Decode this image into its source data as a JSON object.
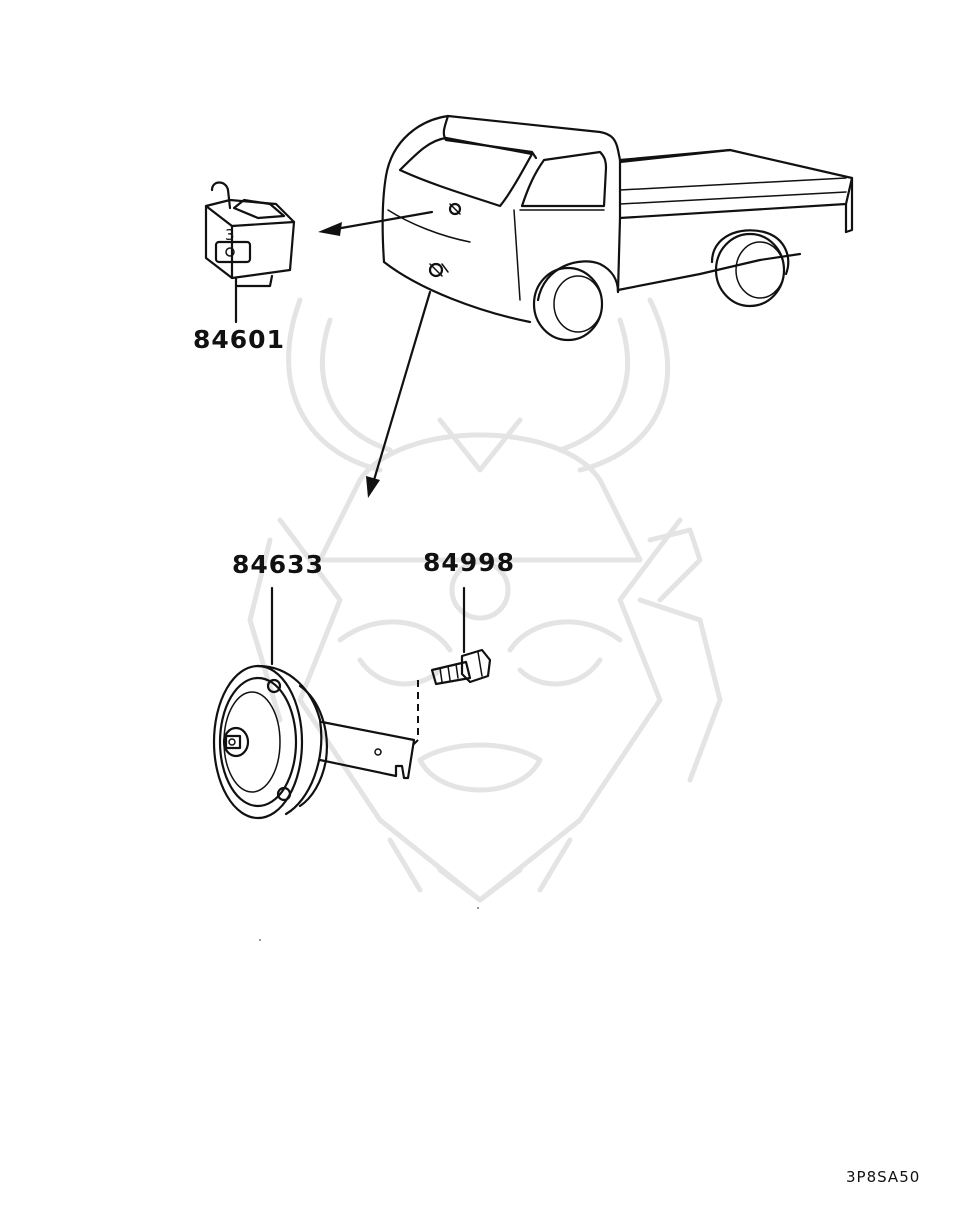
{
  "parts": [
    {
      "number": "84601",
      "name": "horn relay"
    },
    {
      "number": "84633",
      "name": "horn"
    },
    {
      "number": "84998",
      "name": "bolt"
    }
  ],
  "diagram_code": "3P8SA50",
  "relay_mark": "3",
  "colors": {
    "line": "#111111",
    "watermark": "#e4e4e4",
    "background": "#ffffff"
  }
}
